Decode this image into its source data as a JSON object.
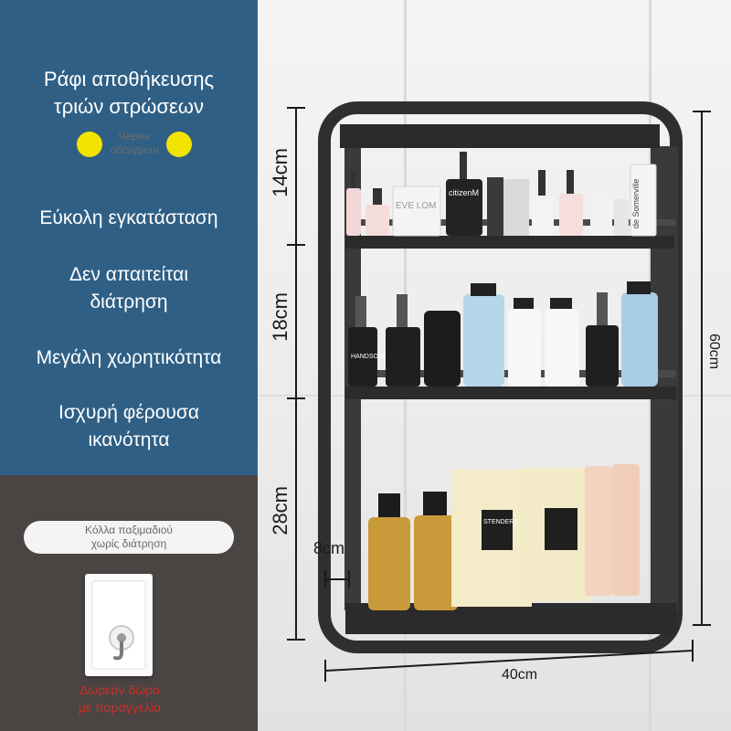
{
  "panel": {
    "title": "Ράφι αποθήκευσης\nτριών στρώσεων",
    "badge_text": "Черен\nобсидиан",
    "features": [
      "Εύκολη εγκατάσταση",
      "Δεν απαιτείται\nδιάτρηση",
      "Μεγάλη χωρητικότητα",
      "Ισχυρή φέρουσα\nικανότητα"
    ],
    "pill_text": "Κόλλα παξιμαδιού\nχωρίς διάτρηση",
    "gift_text": "Δωρεάν δώρο\nμε παραγγελία"
  },
  "dimensions": {
    "tier1": "14cm",
    "tier2": "18cm",
    "tier3": "28cm",
    "height": "60cm",
    "depth": "8cm",
    "width": "40cm"
  },
  "labels": {
    "citizen": "citizenM",
    "eve": "EVE LOM",
    "somerville": "de Somerville",
    "handsome": "HANDSOME",
    "stenders": "STENDERS"
  },
  "colors": {
    "panel_blue": "#2f5f85",
    "panel_dark": "#4a4443",
    "badge_yellow": "#f2e300",
    "gift_red": "#c63229",
    "shelf": "#2f2f2f"
  }
}
